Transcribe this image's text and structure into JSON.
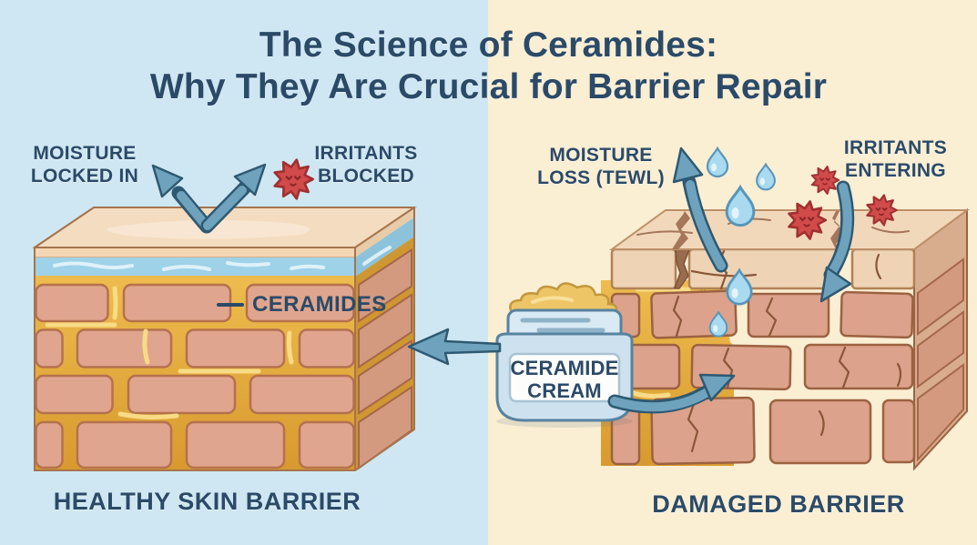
{
  "title": {
    "line1": "The Science of Ceramides:",
    "line2": "Why They Are Crucial for Barrier Repair"
  },
  "healthy_side": {
    "caption": "HEALTHY SKIN BARRIER",
    "moisture_label": {
      "line1": "MOISTURE",
      "line2": "LOCKED IN"
    },
    "irritants_label": {
      "line1": "IRRITANTS",
      "line2": "BLOCKED"
    },
    "ceramides_label": "CERAMIDES",
    "background": "#cfe7f2"
  },
  "damaged_side": {
    "caption": "DAMAGED BARRIER",
    "moisture_label": {
      "line1": "MOISTURE",
      "line2": "LOSS (TEWL)"
    },
    "irritants_label": {
      "line1": "IRRITANTS",
      "line2": "ENTERING"
    },
    "background": "#faeed3"
  },
  "cream_jar": {
    "label_line1": "CERAMIDE",
    "label_line2": "CREAM"
  },
  "colors": {
    "heading_navy": "#2b4a68",
    "healthy_bg": "#cfe7f2",
    "damaged_bg": "#faeed3",
    "brick_salmon": "#e0a58e",
    "mortar_gold": "#e3aa3e",
    "water_layer_blue": "#9ed2e8",
    "arrow_steel_blue": "#6fa3bd",
    "irritant_red": "#d14b4b",
    "droplet_blue": "#a9daf0",
    "cream_gold": "#edc566",
    "jar_blue": "#cde1ef"
  }
}
